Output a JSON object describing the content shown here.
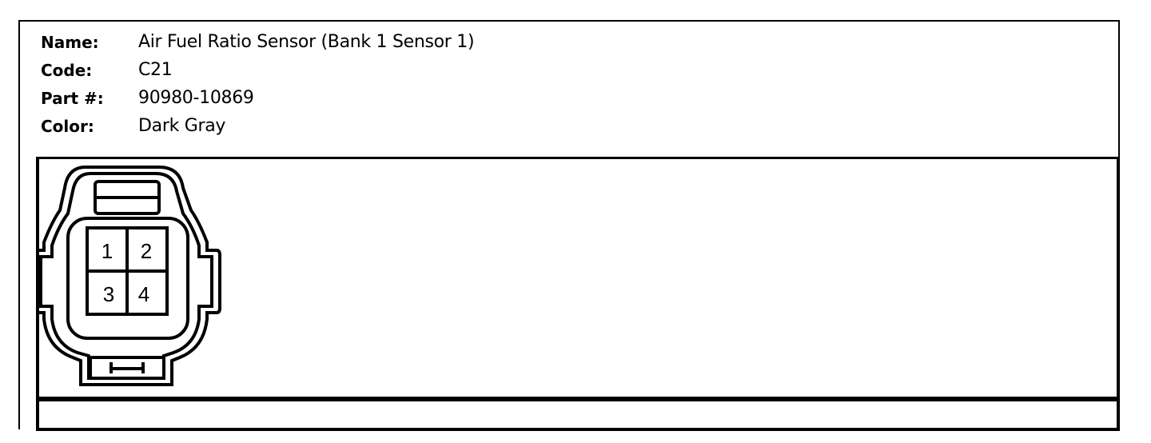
{
  "info": {
    "name_label": "Name:",
    "name_value": "Air Fuel Ratio Sensor (Bank 1 Sensor 1)",
    "code_label": "Code:",
    "code_value": "C21",
    "part_label": "Part #:",
    "part_value": "90980-10869",
    "color_label": "Color:",
    "color_value": "Dark Gray"
  },
  "connector": {
    "pins": [
      "1",
      "2",
      "3",
      "4"
    ],
    "icon": "four-pin-connector-icon"
  }
}
